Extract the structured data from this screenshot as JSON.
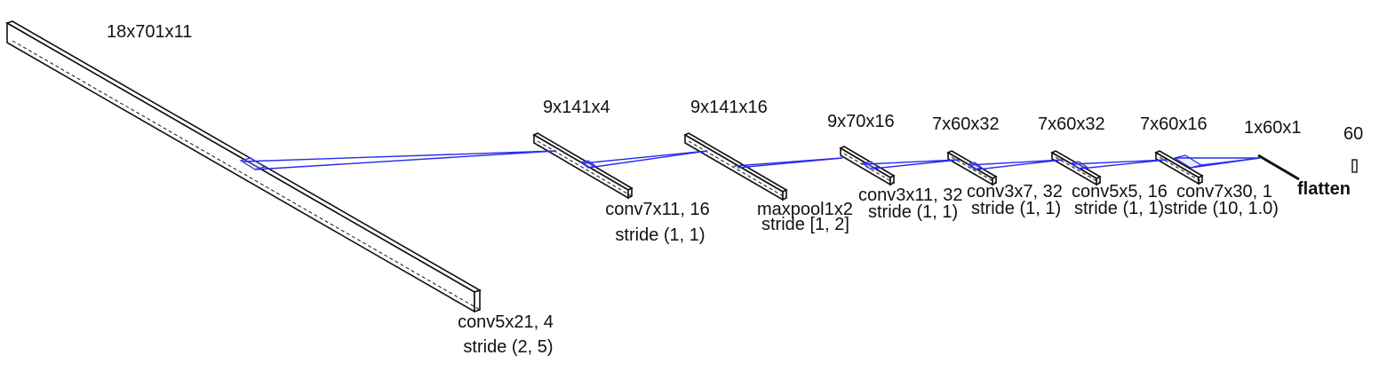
{
  "colors": {
    "connection": "#2a2af0",
    "outline": "#111111",
    "background": "#ffffff"
  },
  "layers": [
    {
      "shape": "18x701x11"
    },
    {
      "shape": "9x141x4"
    },
    {
      "shape": "9x141x16"
    },
    {
      "shape": "9x70x16"
    },
    {
      "shape": "7x60x32"
    },
    {
      "shape": "7x60x32"
    },
    {
      "shape": "7x60x16"
    },
    {
      "shape": "1x60x1"
    },
    {
      "shape": "60"
    }
  ],
  "operations": [
    {
      "name": "conv5x21, 4",
      "stride": "stride (2, 5)"
    },
    {
      "name": "conv7x11, 16",
      "stride": "stride (1, 1)"
    },
    {
      "name": "maxpool1x2",
      "stride": "stride [1, 2]"
    },
    {
      "name": "conv3x11, 32",
      "stride": "stride (1, 1)"
    },
    {
      "name": "conv3x7, 32",
      "stride": "stride (1, 1)"
    },
    {
      "name": "conv5x5, 16",
      "stride": "stride (1, 1)"
    },
    {
      "name": "conv7x30, 1",
      "stride": "stride (10, 1.0)"
    },
    {
      "name": "flatten"
    }
  ]
}
